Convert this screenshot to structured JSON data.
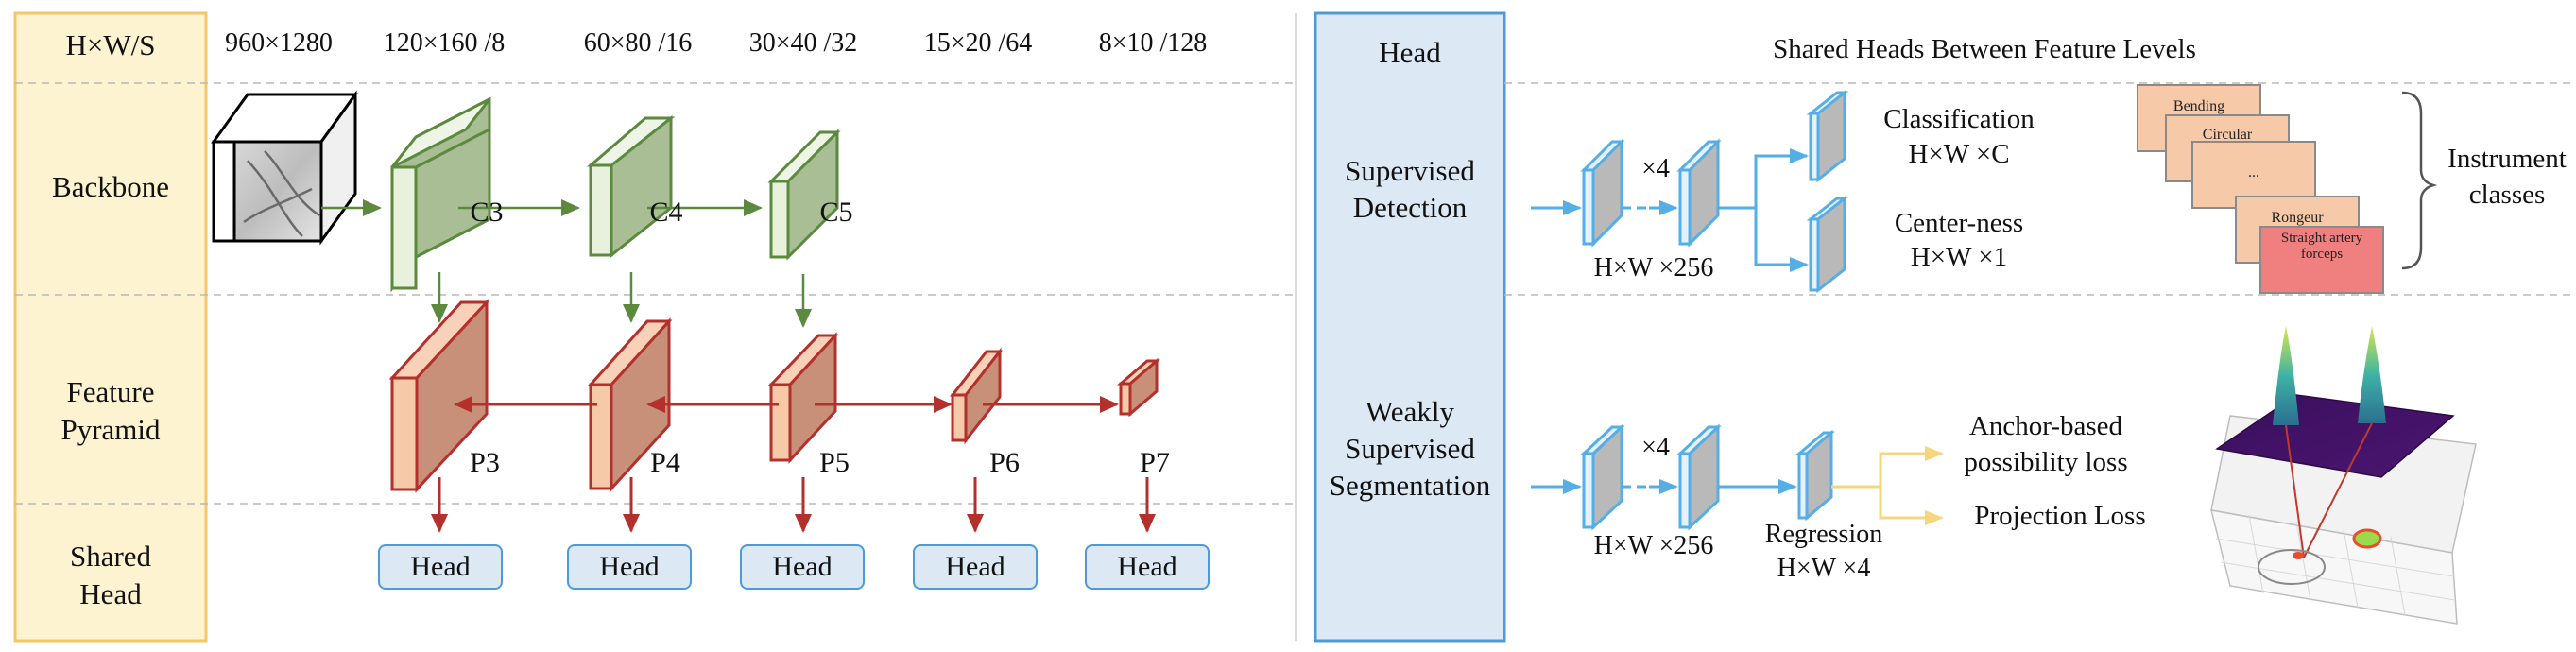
{
  "left_panel": {
    "header_label": "H×W/S",
    "sizes": [
      "960×1280",
      "120×160 /8",
      "60×80 /16",
      "30×40 /32",
      "15×20 /64",
      "8×10 /128"
    ],
    "rows": {
      "backbone": "Backbone",
      "feature_pyramid": [
        "Feature",
        "Pyramid"
      ],
      "shared_head": [
        "Shared",
        "Head"
      ]
    },
    "backbone_levels": [
      "C3",
      "C4",
      "C5"
    ],
    "pyramid_levels": [
      "P3",
      "P4",
      "P5",
      "P6",
      "P7"
    ],
    "head_label": "Head"
  },
  "right_panel": {
    "header_label": "Head",
    "title": "Shared Heads Between Feature Levels",
    "rows": {
      "detection": [
        "Supervised",
        "Detection"
      ],
      "segmentation": [
        "Weakly",
        "Supervised",
        "Segmentation"
      ]
    },
    "repeat_label": "×4",
    "feature_dim": "H×W ×256",
    "classification": [
      "Classification",
      "H×W ×C"
    ],
    "centerness": [
      "Center-ness",
      "H×W ×1"
    ],
    "regression": [
      "Regression",
      "H×W ×4"
    ],
    "losses": {
      "anchor": [
        "Anchor-based",
        "possibility loss"
      ],
      "projection": "Projection Loss"
    },
    "instrument_classes": [
      "Instrument",
      "classes"
    ],
    "class_cards": [
      "Bending",
      "Circular",
      "...",
      "Rongeur",
      "Straight artery forceps"
    ]
  },
  "colors": {
    "yellow_fill": "#fdf3d0",
    "yellow_border": "#f2c767",
    "blue_fill": "#dce9f5",
    "blue_border": "#4e9ad6",
    "green_arrow": "#5b8a3f",
    "red_arrow": "#b3302d",
    "cyan_arrow": "#55aee6",
    "loss_arrow": "#f3d77a",
    "card_fill": "#f6c9a8",
    "card_highlight": "#f07f7f"
  }
}
